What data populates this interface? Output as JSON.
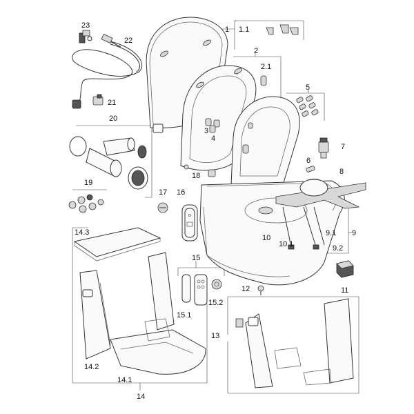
{
  "labels": {
    "l1": "1",
    "l1_1": "1.1",
    "l2": "2",
    "l2_1": "2.1",
    "l3": "3",
    "l4": "4",
    "l5": "5",
    "l6": "6",
    "l7": "7",
    "l8": "8",
    "l9": "9",
    "l9_1": "9.1",
    "l9_2": "9.2",
    "l10": "10",
    "l10_1": "10.1",
    "l11": "11",
    "l12": "12",
    "l13": "13",
    "l14": "14",
    "l14_1": "14.1",
    "l14_2": "14.2",
    "l14_3": "14.3",
    "l15": "15",
    "l15_1": "15.1",
    "l15_2": "15.2",
    "l16": "16",
    "l17": "17",
    "l18": "18",
    "l19": "19",
    "l20": "20",
    "l21": "21",
    "l22": "22",
    "l23": "23"
  },
  "colors": {
    "line": "#333333",
    "fill": "#fafafa",
    "accent": "#d8d8d8"
  }
}
